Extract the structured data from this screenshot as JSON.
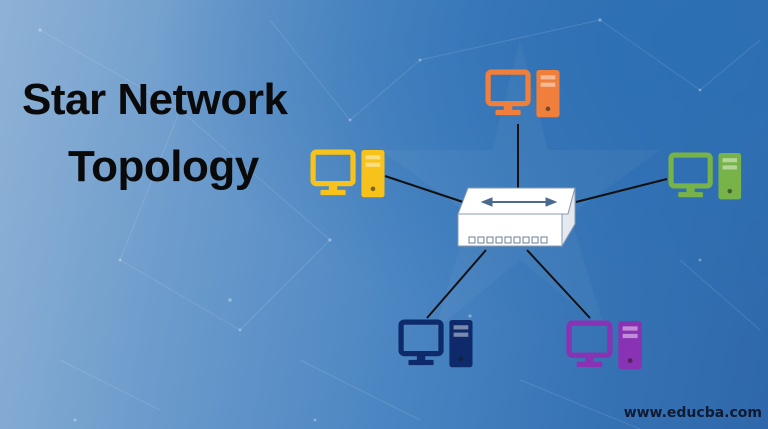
{
  "title": {
    "line1": "Star Network",
    "line2": "Topology",
    "color": "#0a0a0a"
  },
  "watermark": "www.educba.com",
  "background": {
    "gradient_left": "#8fb2d6",
    "gradient_right": "#2e68aa"
  },
  "diagram": {
    "type": "star-topology",
    "hub": {
      "label": "network switch",
      "icon": "switch-icon",
      "port_count": 9,
      "color": "#ffffff",
      "arrow": "bidirectional-arrow"
    },
    "nodes": [
      {
        "id": "top",
        "icon": "computer-icon",
        "color": "#f07f3c"
      },
      {
        "id": "left",
        "icon": "computer-icon",
        "color": "#f7c21a"
      },
      {
        "id": "right",
        "icon": "computer-icon",
        "color": "#77b348"
      },
      {
        "id": "bottom-left",
        "icon": "computer-icon",
        "color": "#0e2a6b"
      },
      {
        "id": "bottom-right",
        "icon": "computer-icon",
        "color": "#8a32b4"
      }
    ],
    "link_color": "#111111"
  }
}
